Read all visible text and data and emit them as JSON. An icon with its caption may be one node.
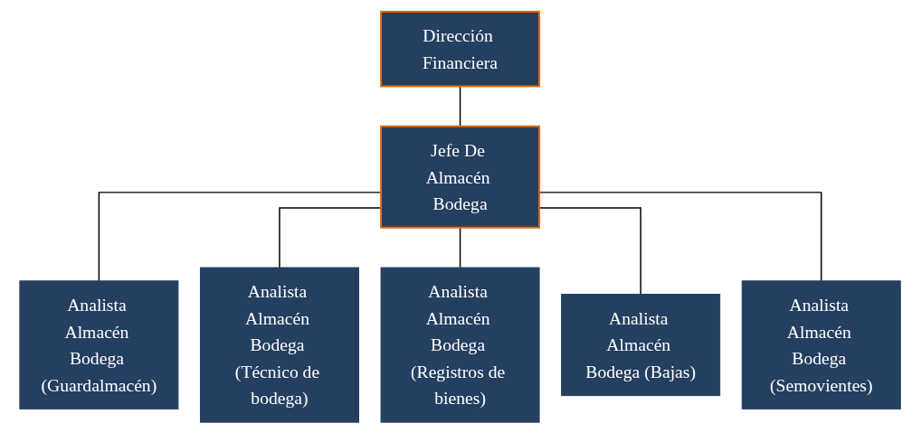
{
  "diagram": {
    "nodes": [
      {
        "text": [
          "Dirección Financiera"
        ]
      },
      {
        "text": [
          "Jefe De Almacén Bodega"
        ]
      },
      {
        "text": [
          "Analista Almacén Bodega (Guardalmacén)"
        ]
      },
      {
        "text": [
          "Analista Almacén Bodega (Técnico de bodega)"
        ]
      },
      {
        "text": [
          "Analista Almacén Bodega (Registros de bienes)"
        ]
      },
      {
        "text": [
          "Analista Almacén Bodega (Bajas)"
        ]
      },
      {
        "text": [
          "Analista Almacén Bodega (Semovientes)"
        ]
      }
    ],
    "edges": [
      {
        "from": 0,
        "to": 1,
        "arrow": "none"
      },
      {
        "from": 1,
        "to": 2,
        "arrow": "none"
      },
      {
        "from": 1,
        "to": 3,
        "arrow": "none"
      },
      {
        "from": 1,
        "to": 4,
        "arrow": "none"
      },
      {
        "from": 1,
        "to": 5,
        "arrow": "none"
      },
      {
        "from": 1,
        "to": 6,
        "arrow": "none"
      }
    ]
  }
}
